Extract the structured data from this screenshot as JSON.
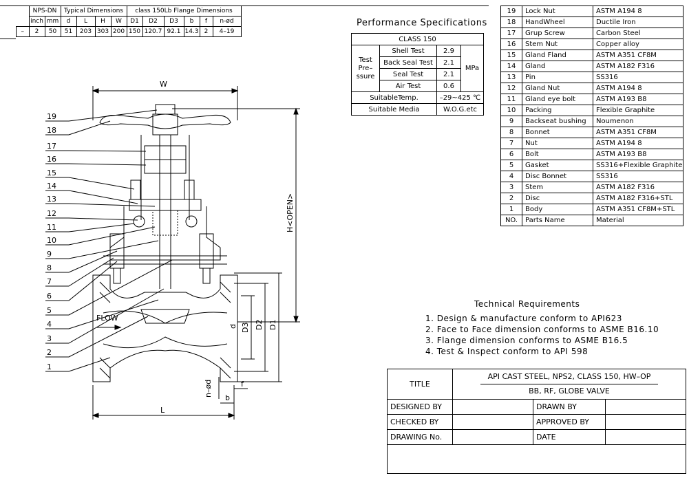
{
  "dimensions_table": {
    "header_nps": "NPS-DN",
    "header_typical": "Typical Dimensions",
    "header_flange": "class 150Lb Flange Dimensions",
    "sub_headers": [
      "inch",
      "mm",
      "d",
      "L",
      "H",
      "W",
      "D1",
      "D2",
      "D3",
      "b",
      "f",
      "n-ød"
    ],
    "row": [
      "–",
      "2",
      "50",
      "51",
      "203",
      "303",
      "200",
      "150",
      "120.7",
      "92.1",
      "14.3",
      "2",
      "4–19"
    ]
  },
  "performance": {
    "title": "Performance Specifications",
    "class_label": "CLASS 150",
    "test_pressure_label": "Test Pre– ssure",
    "tests": [
      {
        "name": "Shell Test",
        "value": "2.9"
      },
      {
        "name": "Back Seal Test",
        "value": "2.1"
      },
      {
        "name": "Seal Test",
        "value": "2.1"
      },
      {
        "name": "Air Test",
        "value": "0.6"
      }
    ],
    "unit": "MPa",
    "suitable_temp_label": "SuitableTemp.",
    "suitable_temp_value": "–29~425 ℃",
    "suitable_media_label": "Suitable Media",
    "suitable_media_value": "W.O.G.etc"
  },
  "parts": {
    "rows": [
      {
        "no": "19",
        "name": "Lock Nut",
        "material": "ASTM A194 8"
      },
      {
        "no": "18",
        "name": "HandWheel",
        "material": "Ductile Iron"
      },
      {
        "no": "17",
        "name": "Grup Screw",
        "material": "Carbon Steel"
      },
      {
        "no": "16",
        "name": "Stem Nut",
        "material": "Copper alloy"
      },
      {
        "no": "15",
        "name": "Gland Fland",
        "material": "ASTM A351 CF8M"
      },
      {
        "no": "14",
        "name": "Gland",
        "material": "ASTM A182 F316"
      },
      {
        "no": "13",
        "name": "Pin",
        "material": "SS316"
      },
      {
        "no": "12",
        "name": "Gland Nut",
        "material": "ASTM A194 8"
      },
      {
        "no": "11",
        "name": "Gland eye bolt",
        "material": "ASTM A193 B8"
      },
      {
        "no": "10",
        "name": "Packing",
        "material": "Flexible Graphite"
      },
      {
        "no": "9",
        "name": "Backseat bushing",
        "material": "Noumenon"
      },
      {
        "no": "8",
        "name": "Bonnet",
        "material": "ASTM A351 CF8M"
      },
      {
        "no": "7",
        "name": "Nut",
        "material": "ASTM A194 8"
      },
      {
        "no": "6",
        "name": "Bolt",
        "material": "ASTM A193 B8"
      },
      {
        "no": "5",
        "name": "Gasket",
        "material": "SS316+Flexible Graphite"
      },
      {
        "no": "4",
        "name": "Disc Bonnet",
        "material": "SS316"
      },
      {
        "no": "3",
        "name": "Stem",
        "material": "ASTM A182 F316"
      },
      {
        "no": "2",
        "name": "Disc",
        "material": "ASTM A182 F316+STL"
      },
      {
        "no": "1",
        "name": "Body",
        "material": "ASTM A351 CF8M+STL"
      }
    ],
    "header": {
      "no": "NO.",
      "name": "Parts Name",
      "material": "Material"
    }
  },
  "technical": {
    "title": "Technical Requirements",
    "items": [
      "1. Design & manufacture conform to API623",
      "2. Face to Face dimension conforms to ASME B16.10",
      "3. Flange dimension conforms to ASME B16.5",
      "4. Test & Inspect conform to API 598"
    ]
  },
  "title_block": {
    "title_label": "TITLE",
    "title_line1": "API CAST STEEL, NPS2, CLASS 150, HW–OP",
    "title_line2": "BB, RF, GLOBE VALVE",
    "designed_by": "DESIGNED BY",
    "drawn_by": "DRAWN BY",
    "checked_by": "CHECKED BY",
    "approved_by": "APPROVED BY",
    "drawing_no": "DRAWING No.",
    "date": "DATE"
  },
  "drawing": {
    "labels": {
      "W": "W",
      "H": "H<OPEN>",
      "L": "L",
      "D1": "D1",
      "D2": "D2",
      "D3": "D3",
      "d": "d",
      "b": "b",
      "f": "f",
      "nd": "n–ød",
      "flow": "FLOW"
    },
    "callouts": [
      "19",
      "18",
      "17",
      "16",
      "15",
      "14",
      "13",
      "12",
      "11",
      "10",
      "9",
      "8",
      "7",
      "6",
      "5",
      "4",
      "3",
      "2",
      "1"
    ]
  }
}
